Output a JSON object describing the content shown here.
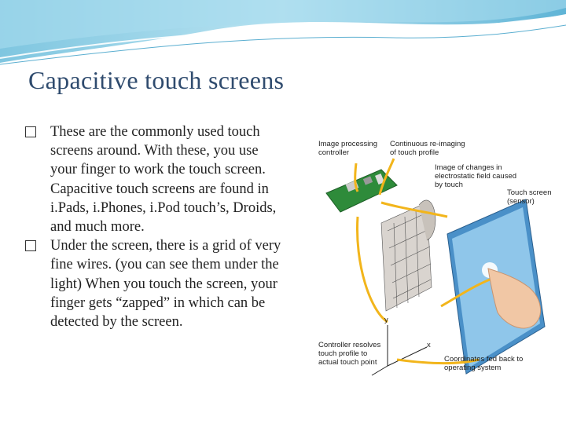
{
  "slide": {
    "title": "Capacitive touch screens",
    "bullets": [
      "These are the commonly used touch screens around. With these, you use your finger to work the touch screen. Capacitive touch screens are found in i.Pads, i.Phones, i.Pod touch’s, Droids, and much more.",
      "Under the screen, there is a grid of very fine wires. (you can see them under the light) When you touch the screen, your finger gets “zapped” in which can be detected by the screen."
    ]
  },
  "figure": {
    "labels": {
      "image_processing": "Image processing\ncontroller",
      "continuous": "Continuous re-imaging\nof touch profile",
      "image_changes": "Image of changes in\nelectrostatic field caused\nby touch",
      "touch_screen": "Touch screen\n(sensor)",
      "controller_resolves": "Controller resolves\ntouch profile to\nactual touch point",
      "coordinates": "Coordinates fed back to\noperating system",
      "axis_y": "y",
      "axis_x": "x"
    },
    "colors": {
      "arrow": "#f2b51b",
      "board": "#2e8b3a",
      "screen": "#4a90c8",
      "title": "#2f4b6e"
    }
  }
}
